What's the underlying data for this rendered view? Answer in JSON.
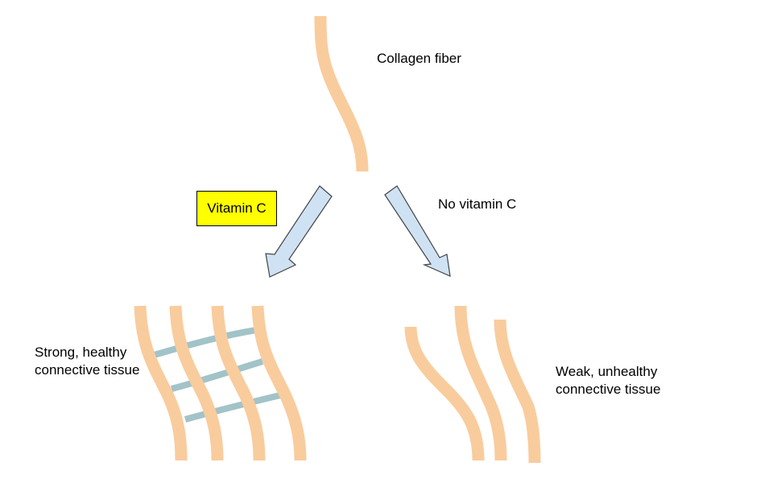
{
  "labels": {
    "collagen_fiber": "Collagen fiber",
    "vitamin_c": "Vitamin C",
    "no_vitamin_c": "No vitamin C",
    "strong_line1": "Strong, healthy",
    "strong_line2": "connective tissue",
    "weak_line1": "Weak, unhealthy",
    "weak_line2": "connective tissue"
  },
  "colors": {
    "fiber": "#f9cc9d",
    "crosslink": "#a2c3c8",
    "arrow_fill": "#cfe2f3",
    "arrow_stroke": "#434343",
    "highlight": "#ffff00",
    "text": "#000000"
  }
}
